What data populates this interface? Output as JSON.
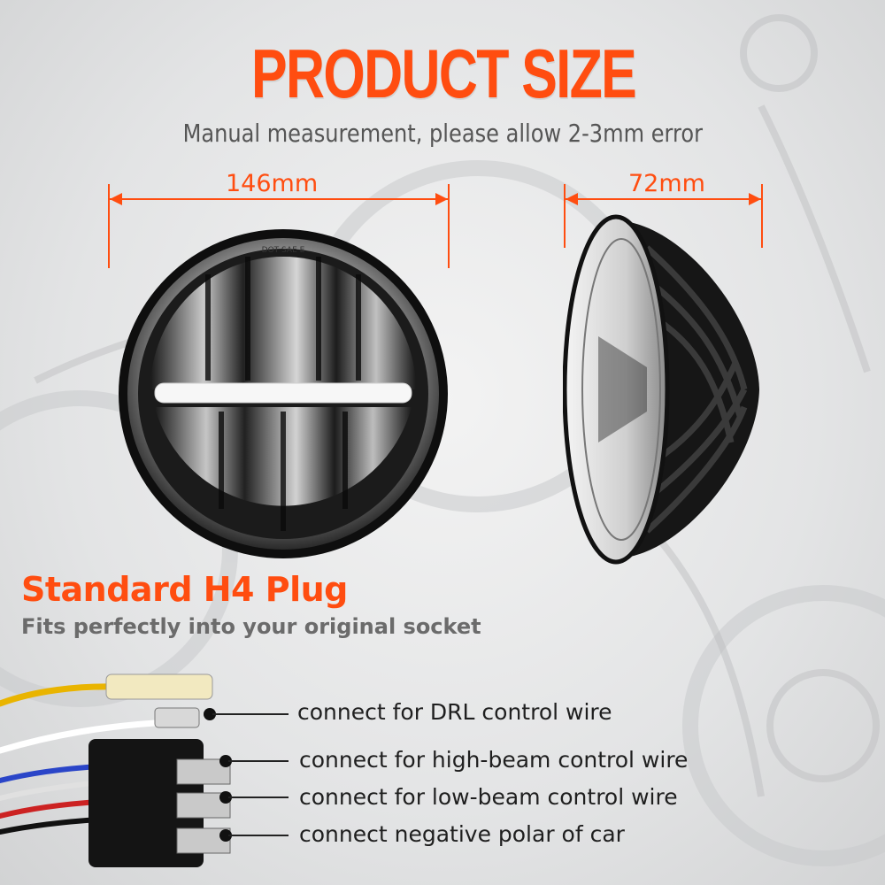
{
  "title": "PRODUCT SIZE",
  "subtitle": "Manual measurement, please allow 2-3mm error",
  "dimensions": {
    "width_label": "146mm",
    "depth_label": "72mm"
  },
  "lamp": {
    "markings": "DOT SAE E"
  },
  "plug": {
    "heading": "Standard H4 Plug",
    "subheading": "Fits perfectly into your original socket",
    "callouts": [
      "connect for DRL control wire",
      "connect for high-beam control wire",
      "connect for low-beam control wire",
      "connect negative polar of car"
    ]
  },
  "colors": {
    "accent": "#ff4d10",
    "text_dark": "#1f1f1f",
    "text_gray": "#555555"
  }
}
